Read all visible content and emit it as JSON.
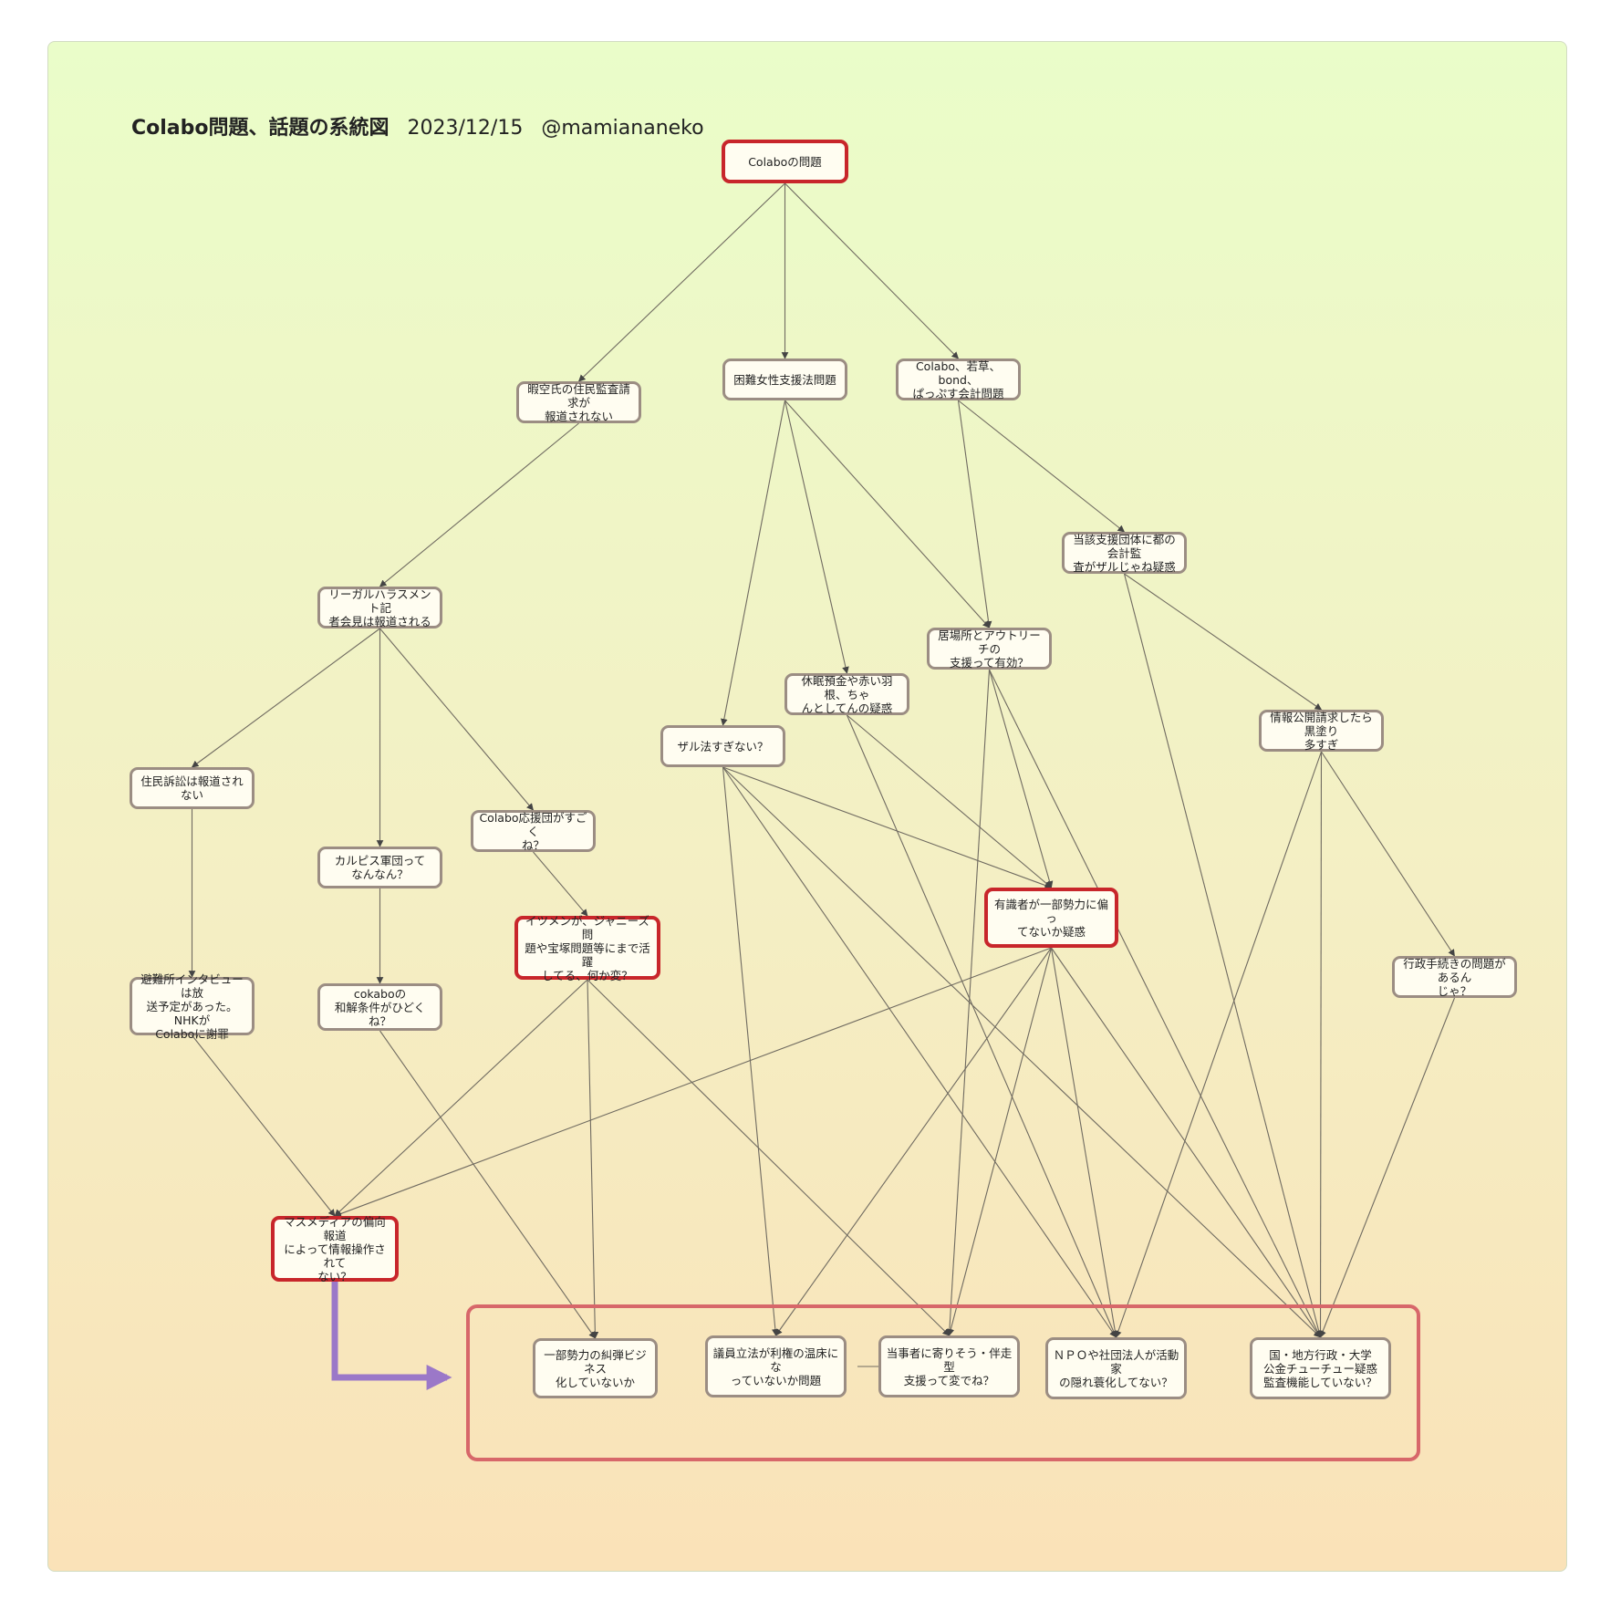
{
  "header": {
    "title": "Colabo問題、話題の系統図",
    "date": "2023/12/15",
    "author": "@mamiananeko"
  },
  "nodes": {
    "root": "Colaboの問題",
    "n_akizora": "暇空氏の住民監査請求が\n報道されない",
    "n_konnan": "困難女性支援法問題",
    "n_kaikei": "Colabo、若草、bond、\nぱっぷす会計問題",
    "n_kansa": "当該支援団体に都の会計監\n査がザルじゃね疑惑",
    "n_legal": "リーガルハラスメント記\n者会見は報道される",
    "n_ibasho": "居場所とアウトリーチの\n支援って有効？",
    "n_kyumin": "休眠預金や赤い羽根、ちゃ\nんとしてんの疑惑",
    "n_joho": "情報公開請求したら黒塗り\n多すぎ",
    "n_zaru": "ザル法すぎない？",
    "n_jumin": "住民訴訟は報道されない",
    "n_ouendan": "Colabo応援団がすごく\nね？",
    "n_calpis": "カルピス軍団って\nなんなん？",
    "n_yushiki": "有識者が一部勢力に偏っ\nてないか疑惑",
    "n_ikemen": "イツメンが、ジャニーズ問\n題や宝塚問題等にまで活躍\nしてる、何か変？",
    "n_gyosei": "行政手続きの問題があるん\nじゃ？",
    "n_hinanjo": "避難所インタビューは放\n送予定があった。NHKが\nColaboに謝罪",
    "n_wakai": "cokaboの\n和解条件がひどくね？",
    "n_media": "マスメディアの偏向報道\nによって情報操作されて\nない？",
    "b_kyudan": "一部勢力の糾弾ビジネス\n化していないか",
    "b_giin": "議員立法が利権の温床にな\nっていないか問題",
    "b_toujisha": "当事者に寄りそう・伴走型\n支援って変でね？",
    "b_npo": "ＮＰＯや社団法人が活動家\nの隠れ蓑化してない？",
    "b_kuni": "国・地方行政・大学\n公金チューチュー疑惑\n監査機能していない？"
  },
  "colors": {
    "node_border": "#9b8d83",
    "highlight_border": "#c8262b",
    "group_border": "#d7676a",
    "big_arrow": "#9b78c8",
    "edge": "#6f6a60"
  }
}
